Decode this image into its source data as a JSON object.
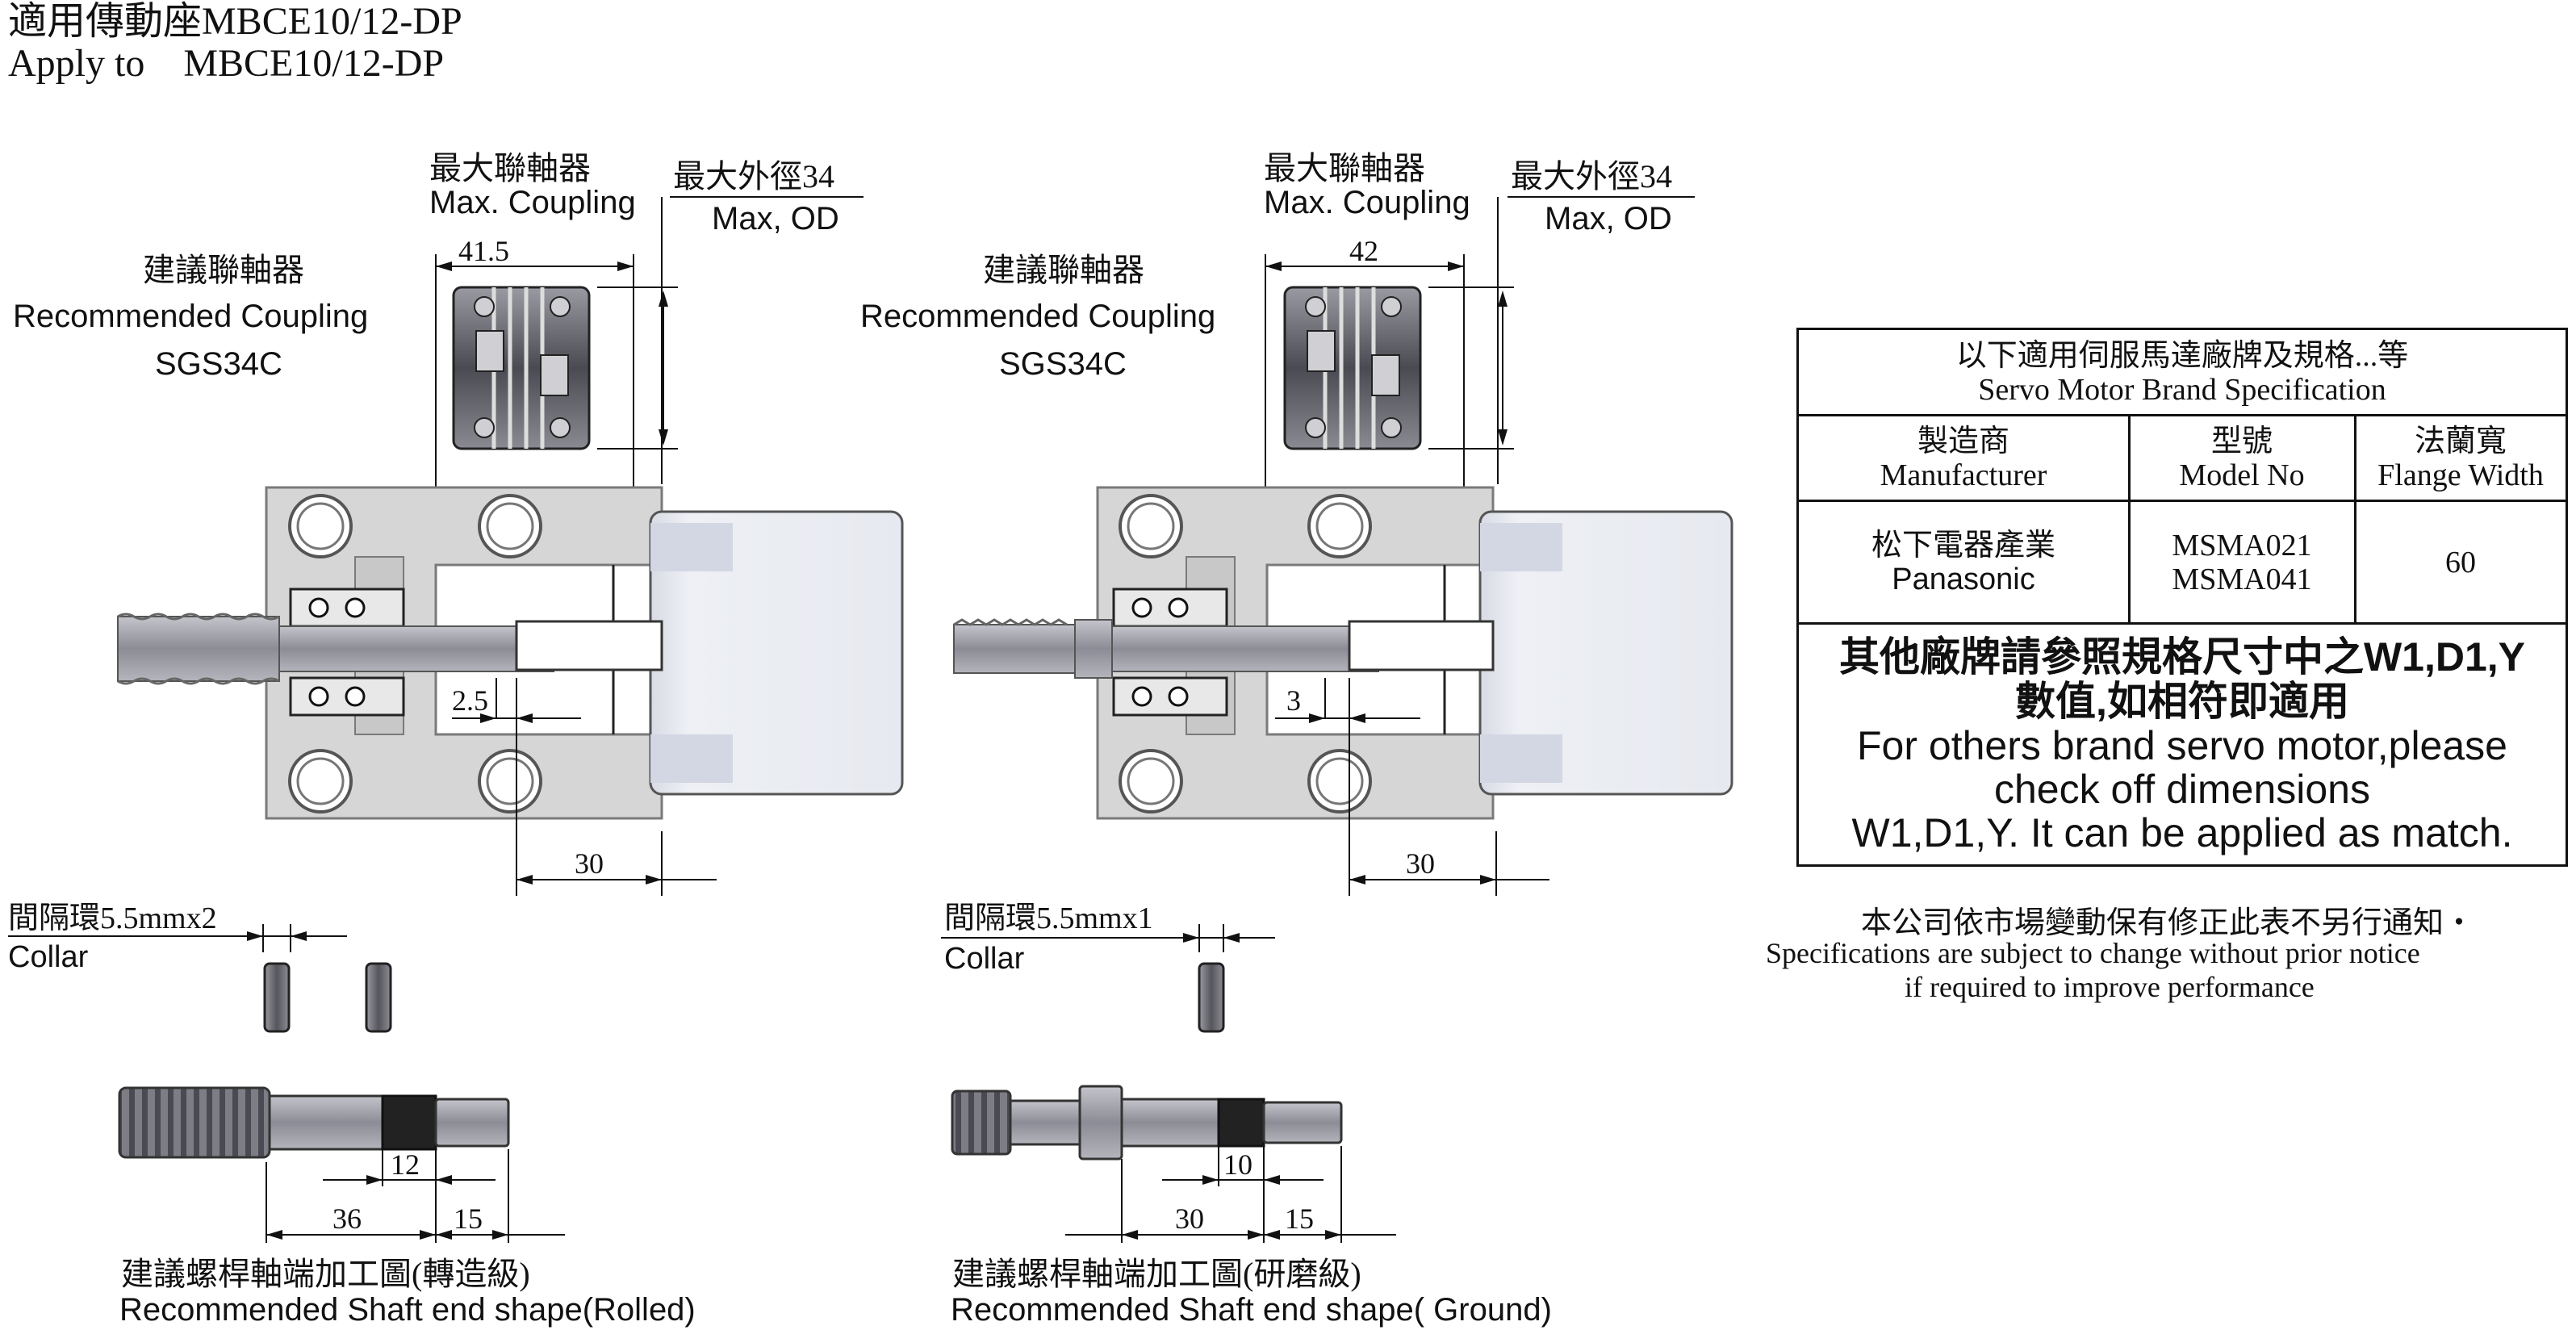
{
  "header": {
    "title_zh": "適用傳動座MBCE10/12-DP",
    "title_en_prefix": "Apply to",
    "title_en_model": "MBCE10/12-DP"
  },
  "left": {
    "max_coupling_zh": "最大聯軸器",
    "max_coupling_en": "Max. Coupling",
    "max_od_zh": "最大外徑34",
    "max_od_en": "Max, OD",
    "rec_coupling_zh": "建議聯軸器",
    "rec_coupling_en": "Recommended Coupling",
    "rec_coupling_model": "SGS34C",
    "dim_coupling_len": "41.5",
    "dim_gap": "2.5",
    "dim_motor": "30",
    "collar_zh": "間隔環5.5mmx2",
    "collar_en": "Collar",
    "dim_thread": "12",
    "dim_shaft_a": "36",
    "dim_shaft_b": "15",
    "shaft_zh": "建議螺桿軸端加工圖(轉造級)",
    "shaft_en": "Recommended Shaft end shape(Rolled)"
  },
  "right": {
    "max_coupling_zh": "最大聯軸器",
    "max_coupling_en": "Max. Coupling",
    "max_od_zh": "最大外徑34",
    "max_od_en": "Max, OD",
    "rec_coupling_zh": "建議聯軸器",
    "rec_coupling_en": "Recommended Coupling",
    "rec_coupling_model": "SGS34C",
    "dim_coupling_len": "42",
    "dim_gap": "3",
    "dim_motor": "30",
    "collar_zh": "間隔環5.5mmx1",
    "collar_en": "Collar",
    "dim_thread": "10",
    "dim_shaft_a": "30",
    "dim_shaft_b": "15",
    "shaft_zh": "建議螺桿軸端加工圖(研磨級)",
    "shaft_en": "Recommended Shaft end shape( Ground)"
  },
  "spec_table": {
    "title_zh": "以下適用伺服馬達廠牌及規格...等",
    "title_en": "Servo Motor Brand Specification",
    "columns": [
      {
        "zh": "製造商",
        "en": "Manufacturer"
      },
      {
        "zh": "型號",
        "en": "Model No"
      },
      {
        "zh": "法蘭寬",
        "en": "Flange Width"
      }
    ],
    "row": {
      "manufacturer_zh": "松下電器產業",
      "manufacturer_en": "Panasonic",
      "models": [
        "MSMA021",
        "MSMA041"
      ],
      "flange_width": "60"
    },
    "note_zh_line1": "其他廠牌請參照規格尺寸中之W1,D1,Y",
    "note_zh_line2": "數值,如相符即適用",
    "note_en_line1": "For others brand servo motor,please",
    "note_en_line2": "check off dimensions",
    "note_en_line3": "W1,D1,Y. It can be applied as match."
  },
  "disclaimer": {
    "zh": "本公司依市場變動保有修正此表不另行通知・",
    "en_line1": "Specifications are subject to change without prior notice",
    "en_line2": "if required to improve performance"
  },
  "colors": {
    "housing": "#d4d4d4",
    "housing_stroke": "#8a8a8a",
    "motor": "#e8ebf1",
    "shaft": "#a3a3ab",
    "coupling": "#6b6b74",
    "thread": "#555555"
  }
}
